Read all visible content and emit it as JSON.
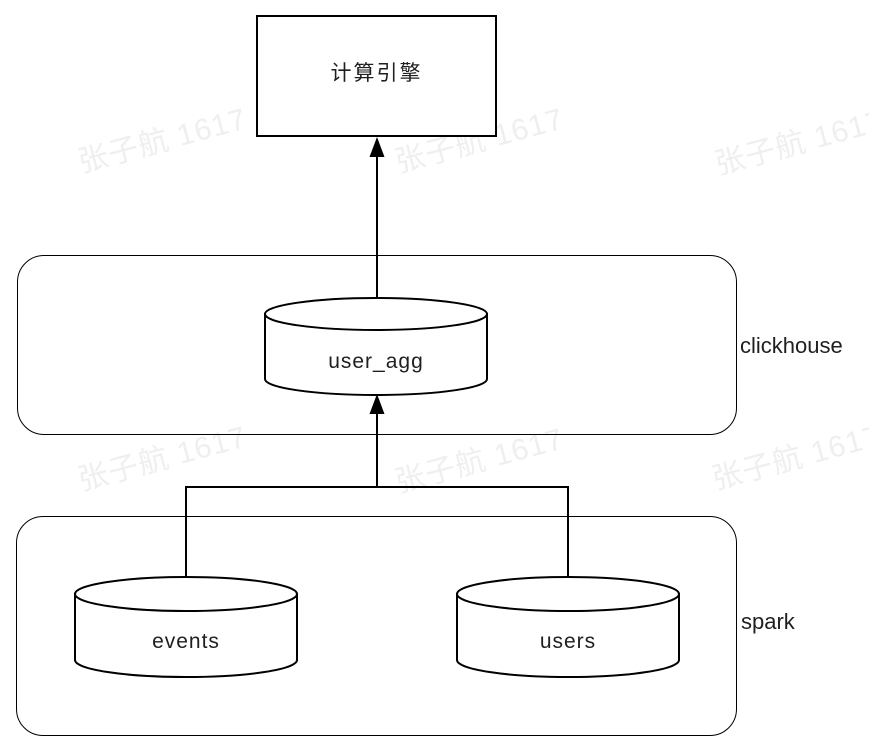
{
  "diagram": {
    "nodes": {
      "compute_engine": {
        "label": "计算引擎"
      },
      "user_agg": {
        "label": "user_agg"
      },
      "events": {
        "label": "events"
      },
      "users": {
        "label": "users"
      }
    },
    "groups": {
      "clickhouse": {
        "label": "clickhouse"
      },
      "spark": {
        "label": "spark"
      }
    },
    "edges": [
      {
        "from": "user_agg",
        "to": "compute_engine",
        "type": "arrow"
      },
      {
        "from": "events+users",
        "to": "user_agg",
        "type": "arrow"
      }
    ],
    "watermark": {
      "text": "张子航 1617",
      "color": "#efefef"
    },
    "colors": {
      "stroke": "#000000",
      "background": "#ffffff",
      "text": "#1f1f1f"
    }
  }
}
